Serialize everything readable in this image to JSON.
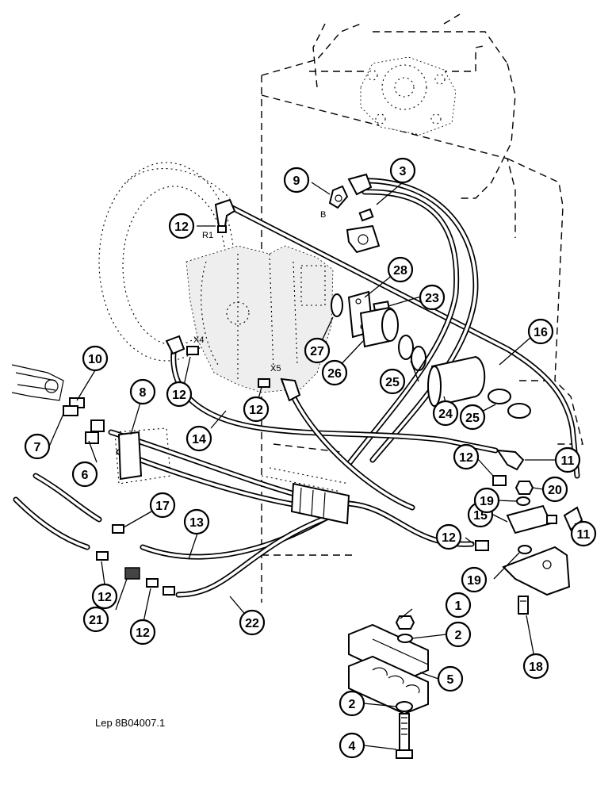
{
  "drawing": {
    "reference": "Lep 8B04007.1",
    "port_labels": [
      "R1",
      "B",
      "X4",
      "X5"
    ]
  },
  "callouts": [
    {
      "label": "1"
    },
    {
      "label": "2"
    },
    {
      "label": "2"
    },
    {
      "label": "3"
    },
    {
      "label": "4"
    },
    {
      "label": "5"
    },
    {
      "label": "6"
    },
    {
      "label": "7"
    },
    {
      "label": "8"
    },
    {
      "label": "9"
    },
    {
      "label": "10"
    },
    {
      "label": "11"
    },
    {
      "label": "11"
    },
    {
      "label": "12"
    },
    {
      "label": "12"
    },
    {
      "label": "12"
    },
    {
      "label": "12"
    },
    {
      "label": "12"
    },
    {
      "label": "12"
    },
    {
      "label": "12"
    },
    {
      "label": "13"
    },
    {
      "label": "14"
    },
    {
      "label": "15"
    },
    {
      "label": "16"
    },
    {
      "label": "17"
    },
    {
      "label": "18"
    },
    {
      "label": "19"
    },
    {
      "label": "19"
    },
    {
      "label": "20"
    },
    {
      "label": "21"
    },
    {
      "label": "22"
    },
    {
      "label": "23"
    },
    {
      "label": "24"
    },
    {
      "label": "25"
    },
    {
      "label": "25"
    },
    {
      "label": "26"
    },
    {
      "label": "27"
    },
    {
      "label": "28"
    }
  ]
}
